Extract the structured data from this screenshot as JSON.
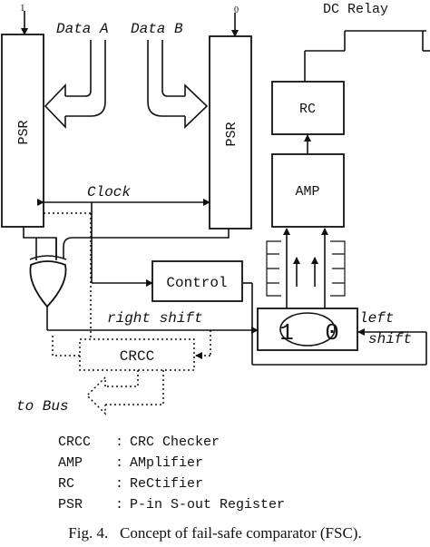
{
  "top_labels": {
    "left_pin": "1",
    "right_pin": "0",
    "data_a": "Data A",
    "data_b": "Data B",
    "dc_relay": "DC Relay"
  },
  "blocks": {
    "psr_left": "PSR",
    "psr_right": "PSR",
    "rc": "RC",
    "amp": "AMP",
    "control": "Control",
    "crcc": "CRCC",
    "ring_left": "1",
    "ring_right": "0"
  },
  "signals": {
    "clock": "Clock",
    "right_shift": "right shift",
    "left_shift_1": "left",
    "left_shift_2": "shift",
    "to_bus": "to Bus"
  },
  "legend": [
    {
      "abbr": "CRCC",
      "sep": ":",
      "desc": "CRC Checker"
    },
    {
      "abbr": "AMP",
      "sep": ":",
      "desc": "AMplifier"
    },
    {
      "abbr": "RC",
      "sep": ":",
      "desc": "ReCtifier"
    },
    {
      "abbr": "PSR",
      "sep": ":",
      "desc": "P-in S-out Register"
    }
  ],
  "caption": "Fig. 4.   Concept of fail-safe comparator (FSC)."
}
